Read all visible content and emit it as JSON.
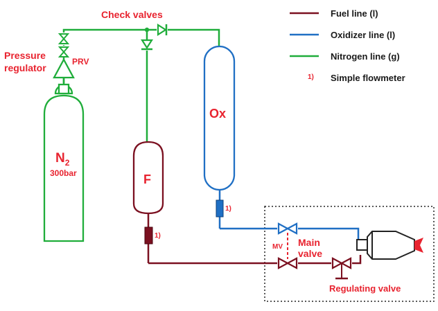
{
  "colors": {
    "fuel": "#7b1020",
    "oxidizer": "#1f6fc4",
    "nitrogen": "#1fad3a",
    "label_red": "#e8232f",
    "frame": "#222222"
  },
  "labels": {
    "check_valves": "Check valves",
    "pressure_regulator_line1": "Pressure",
    "pressure_regulator_line2": "regulator",
    "prv": "PRV",
    "n2_main": "N",
    "n2_sub": "2",
    "n2_pressure": "300bar",
    "ox_tank": "Ox",
    "fuel_tank": "F",
    "flowmeter_ox_mark": "1)",
    "flowmeter_fuel_mark": "1)",
    "mv": "MV",
    "main_valve_line1": "Main",
    "main_valve_line2": "valve",
    "regulating_valve": "Regulating valve"
  },
  "legend": {
    "items": [
      {
        "key": "fuel",
        "label": "Fuel line (l)"
      },
      {
        "key": "oxidizer",
        "label": "Oxidizer line (l)"
      },
      {
        "key": "nitrogen",
        "label": "Nitrogen line (g)"
      }
    ],
    "note_mark": "1)",
    "note_label": "Simple flowmeter"
  }
}
